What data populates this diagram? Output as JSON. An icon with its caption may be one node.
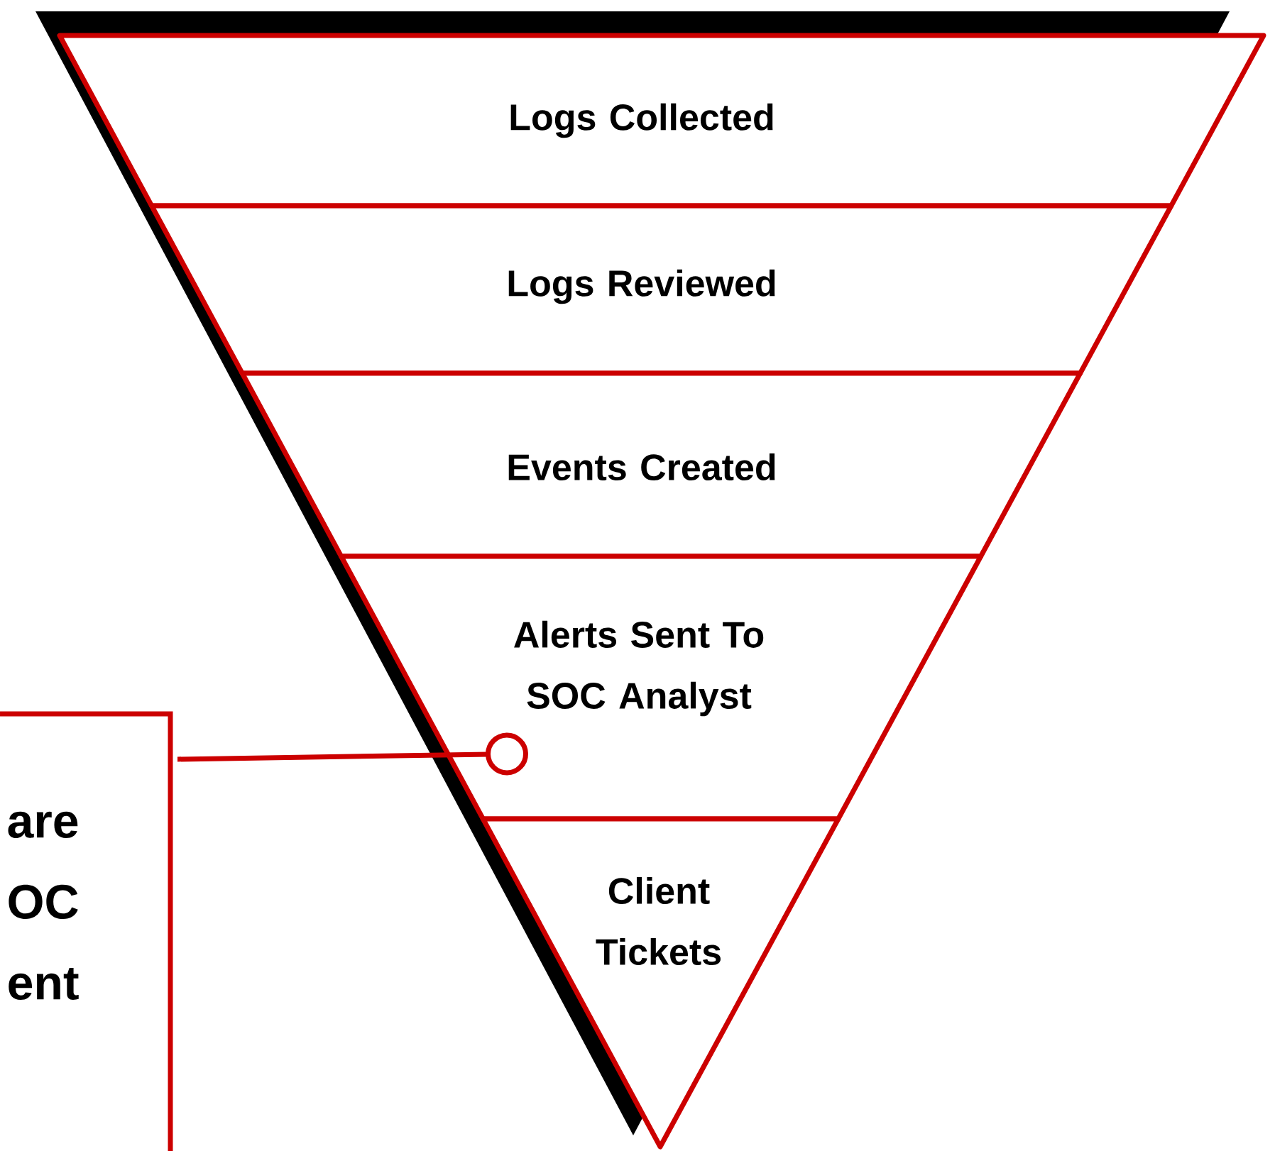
{
  "diagram": {
    "nodes": [
      {
        "text": [
          "Logs Collected"
        ]
      },
      {
        "text": [
          "Logs Reviewed"
        ]
      },
      {
        "text": [
          "Events Created"
        ]
      },
      {
        "text": [
          "Alerts Sent To SOC Analyst"
        ]
      },
      {
        "text": [
          "Client Tickets"
        ]
      },
      {
        "text": [
          "are OC ent"
        ]
      }
    ],
    "edges": [
      {
        "from": 5,
        "to": 3,
        "arrow": "other"
      }
    ]
  }
}
